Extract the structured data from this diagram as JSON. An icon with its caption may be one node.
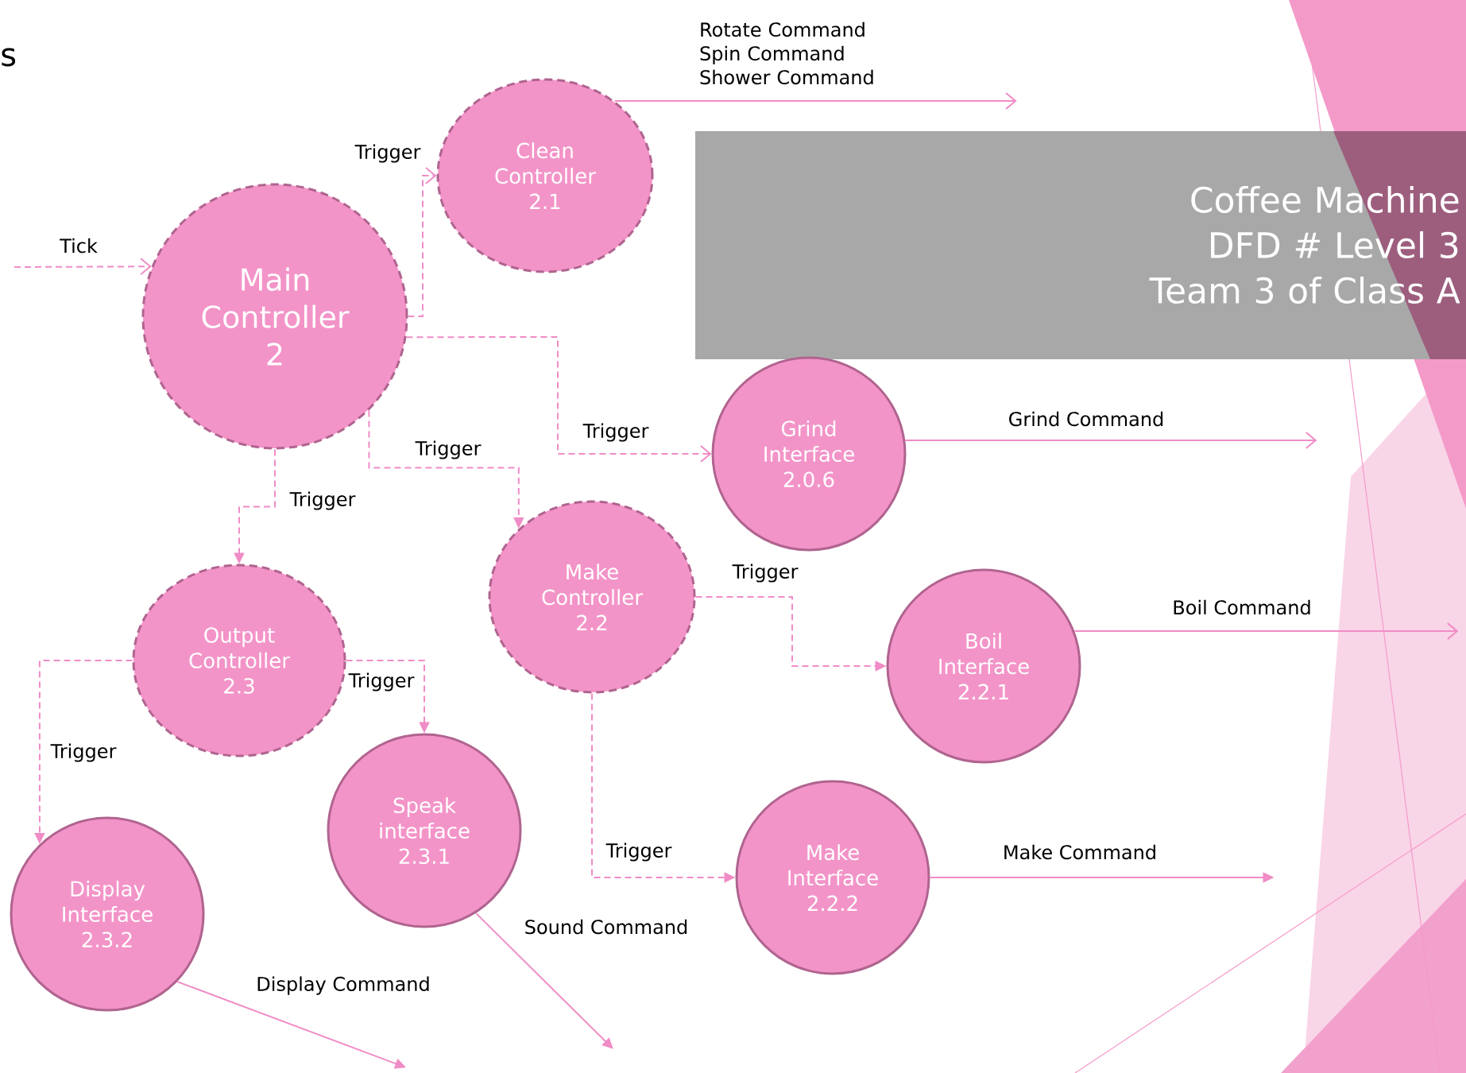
{
  "diagram": {
    "title": "Coffee Machine DFD # Level 3 Team 3 of Class A",
    "nodes": [
      {
        "text": [
          "Main Controller 2"
        ]
      },
      {
        "text": [
          "Clean Controller 2.1"
        ]
      },
      {
        "text": [
          "Grind Interface 2.0.6"
        ]
      },
      {
        "text": [
          "Make Controller 2.2"
        ]
      },
      {
        "text": [
          "Boil Interface 2.2.1"
        ]
      },
      {
        "text": [
          "Output Controller 2.3"
        ]
      },
      {
        "text": [
          "Speak interface 2.3.1"
        ]
      },
      {
        "text": [
          "Display Interface 2.3.2"
        ]
      },
      {
        "text": [
          "Make Interface 2.2.2"
        ]
      }
    ],
    "edges": [
      {
        "from": null,
        "to": 0,
        "arrow": "to",
        "label": "Tick",
        "style": "dashed"
      },
      {
        "from": 0,
        "to": 1,
        "arrow": "to",
        "label": "Trigger",
        "style": "dashed"
      },
      {
        "from": 0,
        "to": 2,
        "arrow": "to",
        "label": "Trigger",
        "style": "dashed"
      },
      {
        "from": 0,
        "to": 3,
        "arrow": "to",
        "label": "Trigger",
        "style": "dashed"
      },
      {
        "from": 0,
        "to": 5,
        "arrow": "to",
        "label": "Trigger",
        "style": "dashed"
      },
      {
        "from": 5,
        "to": 7,
        "arrow": "to",
        "label": "Trigger",
        "style": "dashed"
      },
      {
        "from": 5,
        "to": 6,
        "arrow": "to",
        "label": "Trigger",
        "style": "dashed"
      },
      {
        "from": 3,
        "to": 4,
        "arrow": "to",
        "label": "Trigger",
        "style": "dashed"
      },
      {
        "from": 3,
        "to": 8,
        "arrow": "to",
        "label": "Trigger",
        "style": "dashed"
      },
      {
        "from": 1,
        "to": null,
        "arrow": "to",
        "label": "Rotate Command Spin Command Shower Command"
      },
      {
        "from": 2,
        "to": null,
        "arrow": "to",
        "label": "Grind Command"
      },
      {
        "from": 4,
        "to": null,
        "arrow": "to",
        "label": "Boil Command"
      },
      {
        "from": 8,
        "to": null,
        "arrow": "to",
        "label": "Make Command"
      },
      {
        "from": 6,
        "to": null,
        "arrow": "to",
        "label": "Sound Command"
      },
      {
        "from": 7,
        "to": null,
        "arrow": "to",
        "label": "Display Command"
      }
    ],
    "labels": [
      "s"
    ]
  }
}
